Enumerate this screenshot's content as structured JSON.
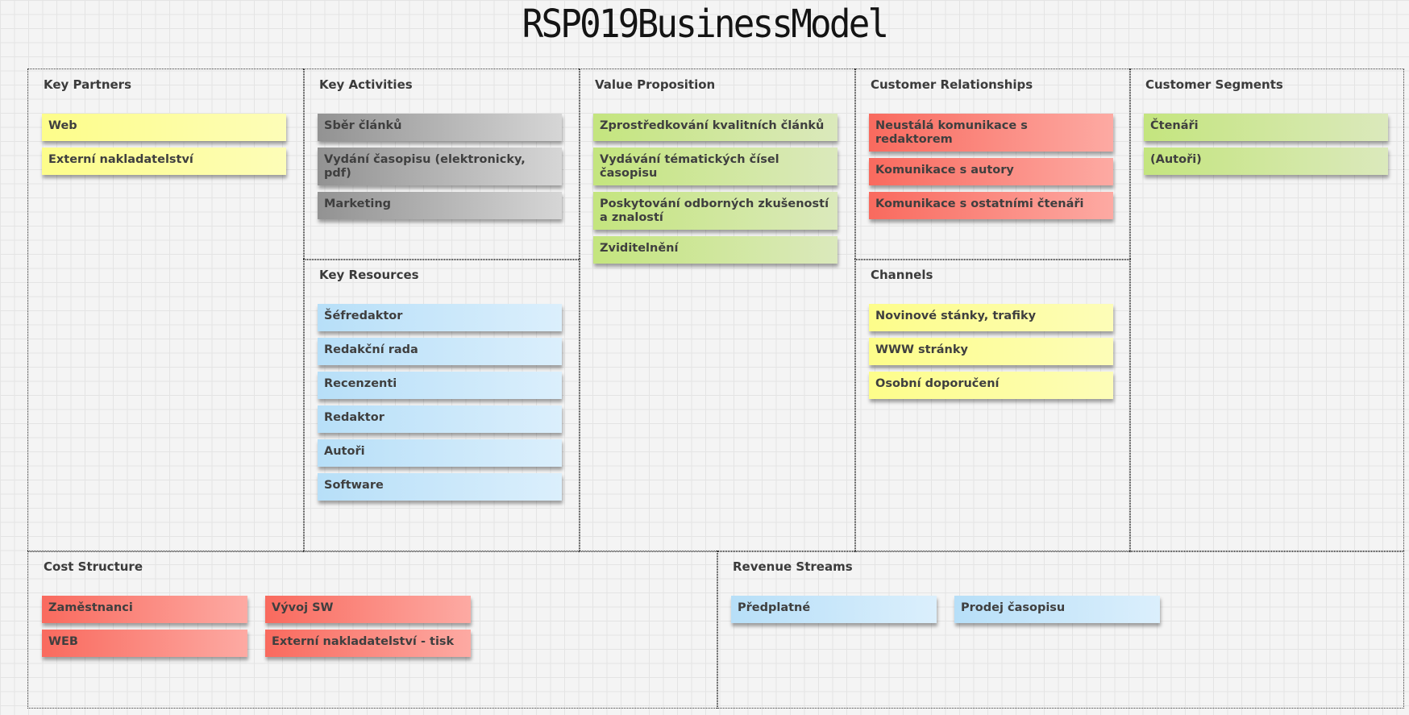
{
  "title": "RSP019BusinessModel",
  "sections": {
    "key_partners": {
      "title": "Key Partners",
      "items": [
        "Web",
        "Externí nakladatelství"
      ]
    },
    "key_activities": {
      "title": "Key Activities",
      "items": [
        "Sběr článků",
        "Vydání časopisu (elektronicky, pdf)",
        "Marketing"
      ]
    },
    "key_resources": {
      "title": "Key Resources",
      "items": [
        "Šéfredaktor",
        "Redakční rada",
        "Recenzenti",
        "Redaktor",
        "Autoři",
        "Software"
      ]
    },
    "value_proposition": {
      "title": "Value Proposition",
      "items": [
        "Zprostředkování kvalitních článků",
        "Vydávání tématických čísel časopisu",
        "Poskytování odborných zkušeností a znalostí",
        "Zviditelnění"
      ]
    },
    "customer_relationships": {
      "title": "Customer Relationships",
      "items": [
        "Neustálá komunikace s redaktorem",
        "Komunikace s autory",
        "Komunikace s ostatními čtenáři"
      ]
    },
    "channels": {
      "title": "Channels",
      "items": [
        "Novinové stánky, trafiky",
        "WWW stránky",
        "Osobní doporučení"
      ]
    },
    "customer_segments": {
      "title": "Customer Segments",
      "items": [
        "Čtenáři",
        "(Autoři)"
      ]
    },
    "cost_structure": {
      "title": "Cost Structure",
      "items": [
        "Zaměstnanci",
        "Vývoj SW",
        "WEB",
        "Externí nakladatelství - tisk"
      ]
    },
    "revenue_streams": {
      "title": "Revenue Streams",
      "items": [
        "Předplatné",
        "Prodej časopisu"
      ]
    }
  },
  "colors": {
    "yellow": "#fdfd8a",
    "gray": "#929292",
    "green": "#c4e57e",
    "red": "#f96a5e",
    "blue": "#b7dff8"
  }
}
